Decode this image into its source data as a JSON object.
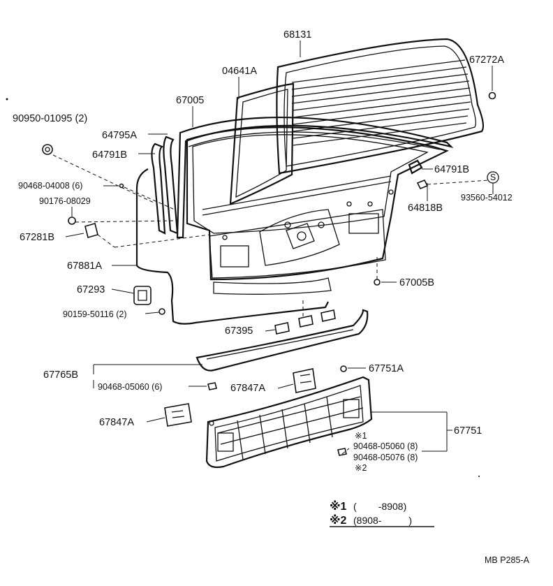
{
  "labels": {
    "p68131": "68131",
    "p04641A": "04641A",
    "p67272A": "67272A",
    "p67005": "67005",
    "p90950": "90950-01095 (2)",
    "p64795A": "64795A",
    "p64791B_left": "64791B",
    "p64791B_right": "64791B",
    "p90468_04008": "90468-04008 (6)",
    "p90176": "90176-08029",
    "p93560": "93560-54012",
    "p64818B": "64818B",
    "p67281B": "67281B",
    "p67881A": "67881A",
    "p67005B": "67005B",
    "p67293": "67293",
    "p90159": "90159-50116 (2)",
    "p67395": "67395",
    "p67765B": "67765B",
    "p90468_05060_left": "90468-05060 (6)",
    "p67751A": "67751A",
    "p67847A_mid": "67847A",
    "p67847A_left": "67847A",
    "p67751": "67751",
    "note1": "※1",
    "p90468_05060_right": "90468-05060 (8)",
    "p90468_05076": "90468-05076 (8)",
    "note2": "※2",
    "s_marker": "S"
  },
  "legend": {
    "row1_mark": "※1",
    "row1_text": "(        -8908)",
    "row2_mark": "※2",
    "row2_text": "(8908-          )"
  },
  "footer": {
    "code": "MB P285-A"
  }
}
